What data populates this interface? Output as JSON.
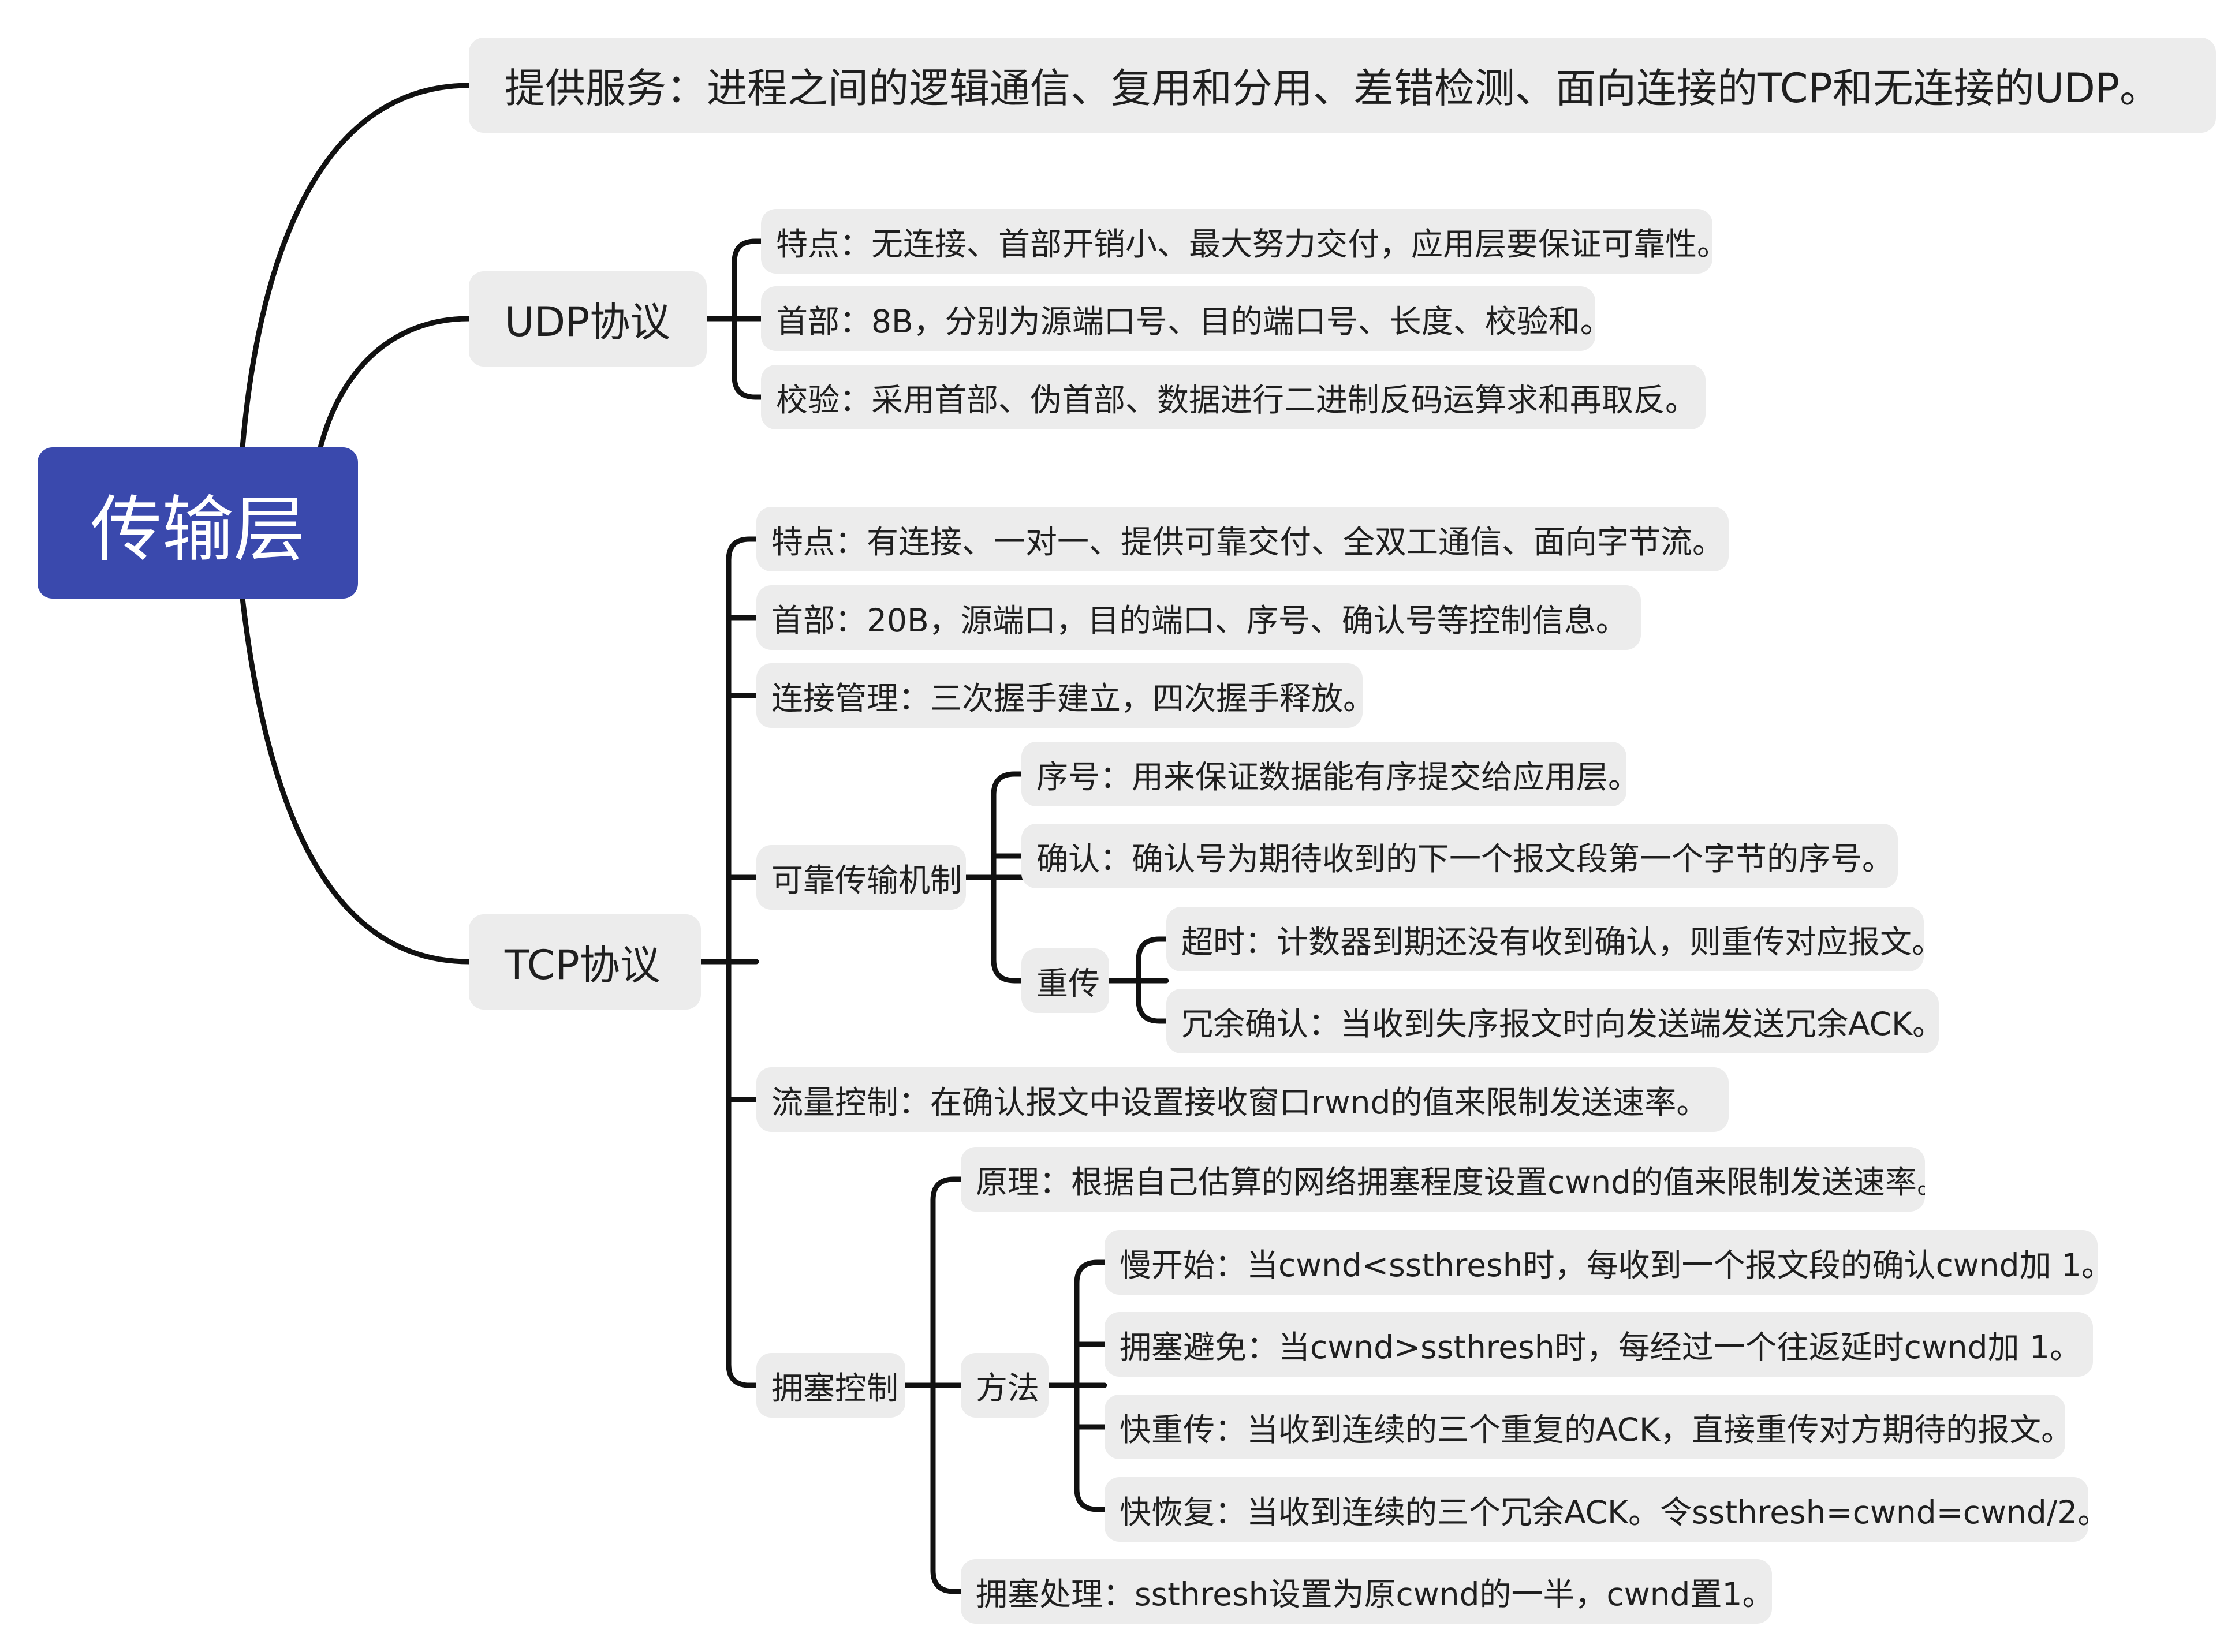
{
  "root": {
    "label": "传输层"
  },
  "services": {
    "label": "提供服务：进程之间的逻辑通信、复用和分用、差错检测、面向连接的TCP和无连接的UDP。"
  },
  "udp": {
    "label": "UDP协议",
    "items": [
      "特点：无连接、首部开销小、最大努力交付，应用层要保证可靠性。",
      "首部：8B，分别为源端口号、目的端口号、长度、校验和。",
      "校验：采用首部、伪首部、数据进行二进制反码运算求和再取反。"
    ]
  },
  "tcp": {
    "label": "TCP协议",
    "feature": "特点：有连接、一对一、提供可靠交付、全双工通信、面向字节流。",
    "header": "首部：20B，源端口，目的端口、序号、确认号等控制信息。",
    "connection": "连接管理：三次握手建立，四次握手释放。",
    "reliable": {
      "label": "可靠传输机制",
      "seq": "序号：用来保证数据能有序提交给应用层。",
      "ack": "确认：确认号为期待收到的下一个报文段第一个字节的序号。",
      "retransmit": {
        "label": "重传",
        "timeout": "超时：计数器到期还没有收到确认，则重传对应报文。",
        "redundant": "冗余确认：当收到失序报文时向发送端发送冗余ACK。"
      }
    },
    "flow": "流量控制：在确认报文中设置接收窗口rwnd的值来限制发送速率。",
    "congestion": {
      "label": "拥塞控制",
      "principle": "原理：根据自己估算的网络拥塞程度设置cwnd的值来限制发送速率。",
      "method": {
        "label": "方法",
        "slow_start": "慢开始：当cwnd<ssthresh时，每收到一个报文段的确认cwnd加 1。",
        "avoidance": "拥塞避免：当cwnd>ssthresh时，每经过一个往返延时cwnd加 1。",
        "fast_retransmit": "快重传：当收到连续的三个重复的ACK，直接重传对方期待的报文。",
        "fast_recovery": "快恢复：当收到连续的三个冗余ACK。令ssthresh=cwnd=cwnd/2。"
      },
      "handling": "拥塞处理：ssthresh设置为原cwnd的一半，cwnd置1。"
    }
  },
  "colors": {
    "root_bg": "#3a49ad",
    "node_bg": "#ececec",
    "line": "#111111"
  }
}
